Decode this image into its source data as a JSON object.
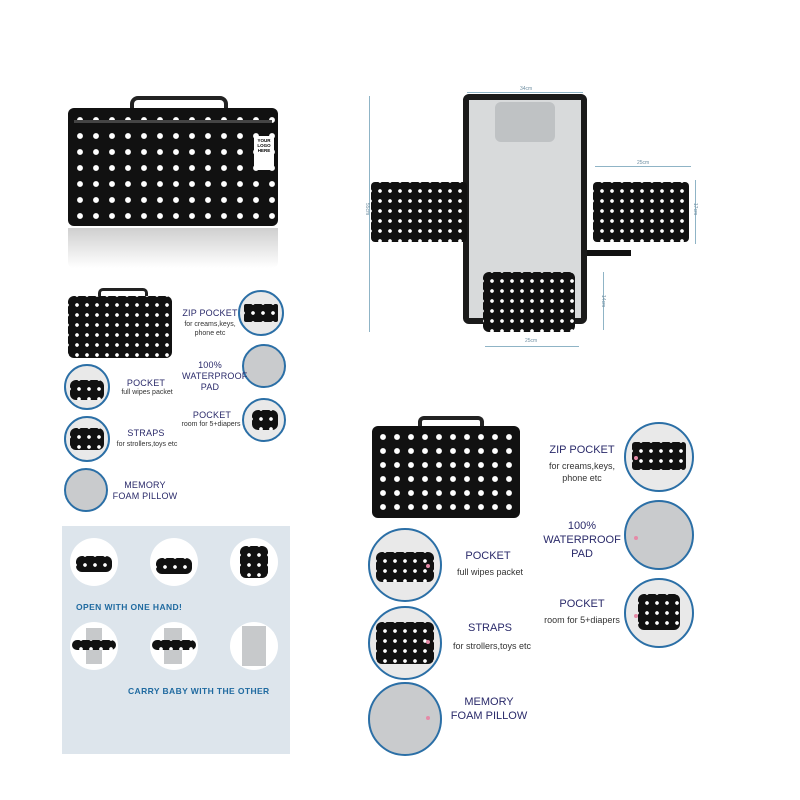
{
  "product_top": {
    "logo_text": "YOUR LOGO HERE"
  },
  "diagram": {
    "width_top": "34cm",
    "height_total": "55cm",
    "side_width": "25cm",
    "side_height": "17cm",
    "pocket_height": "14cm",
    "pocket_width": "25cm"
  },
  "features_small": {
    "zip_title": "ZIP POCKET",
    "zip_sub": "for creams,keys,\nphone etc",
    "waterproof_title": "100%\nWATERPROOF\nPAD",
    "pocket_right_title": "POCKET",
    "pocket_right_sub": "room for 5+diapers",
    "pocket_left_title": "POCKET",
    "pocket_left_sub": "full wipes packet",
    "straps_title": "STRAPS",
    "straps_sub": "for strollers,toys etc",
    "memory_title": "MEMORY\nFOAM PILLOW"
  },
  "steps_panel": {
    "text_1": "OPEN WITH ONE HAND!",
    "text_2": "CARRY BABY WITH THE OTHER"
  },
  "features_large": {
    "zip_title": "ZIP POCKET",
    "zip_sub": "for creams,keys,\nphone etc",
    "waterproof_title": "100%\nWATERPROOF\nPAD",
    "pocket_right_title": "POCKET",
    "pocket_right_sub": "room for 5+diapers",
    "pocket_left_title": "POCKET",
    "pocket_left_sub": "full wipes packet",
    "straps_title": "STRAPS",
    "straps_sub": "for strollers,toys etc",
    "memory_title": "MEMORY\nFOAM PILLOW"
  },
  "colors": {
    "accent_blue": "#2b6fa6",
    "panel_bg": "#dde5ec",
    "bag_black": "#111111"
  }
}
